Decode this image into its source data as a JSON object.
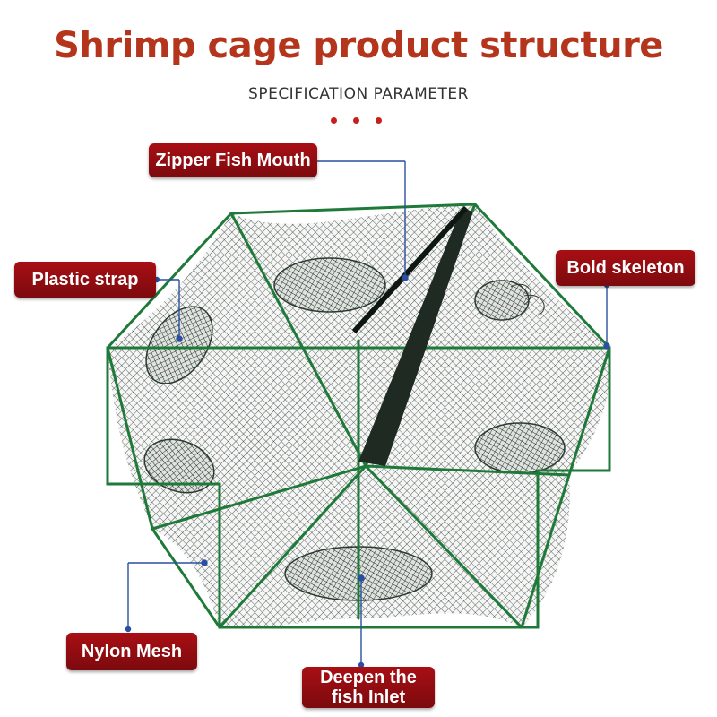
{
  "header": {
    "title": "Shrimp cage product structure",
    "subtitle": "SPECIFICATION PARAMETER"
  },
  "callouts": {
    "zipper": "Zipper Fish Mouth",
    "strap": "Plastic strap",
    "skeleton": "Bold skeleton",
    "mesh": "Nylon Mesh",
    "inlet_line1": "Deepen the",
    "inlet_line2": "fish Inlet"
  },
  "image": {
    "subject": "hexagonal foldable shrimp cage net",
    "icons": [
      "hexagon-net-illustration"
    ]
  },
  "colors": {
    "title": "#b5341c",
    "accent_dots": "#c81e1e",
    "callout_bg": "#8f0d12",
    "leader_line": "#2a4fa0",
    "frame": "#1f7a3a",
    "mesh": "#1a2a1e"
  }
}
